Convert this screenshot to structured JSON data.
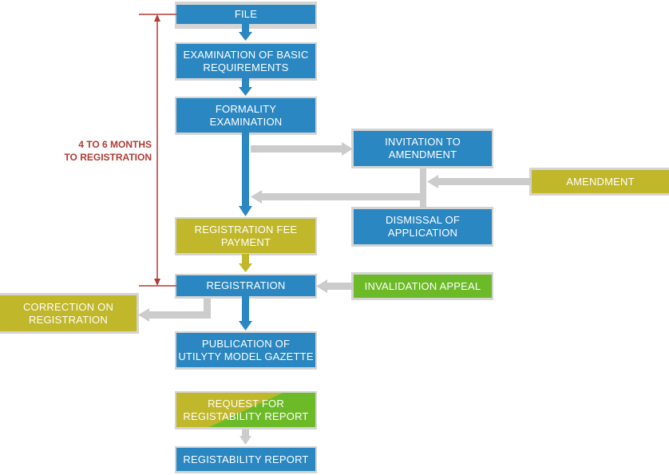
{
  "nodes": {
    "file": {
      "lines": [
        "FILE"
      ],
      "color": "#2a87c1"
    },
    "basic_requirements": {
      "lines": [
        "EXAMINATION OF BASIC",
        "REQUIREMENTS"
      ],
      "color": "#2a87c1"
    },
    "formality": {
      "lines": [
        "FORMALITY",
        "EXAMINATION"
      ],
      "color": "#2a87c1"
    },
    "invitation": {
      "lines": [
        "INVITATION TO",
        "AMENDMENT"
      ],
      "color": "#2a87c1"
    },
    "amendment": {
      "lines": [
        "AMENDMENT"
      ],
      "color": "#c0b72a"
    },
    "fee_payment": {
      "lines": [
        "REGISTRATION FEE",
        "PAYMENT"
      ],
      "color": "#c0b72a"
    },
    "dismissal": {
      "lines": [
        "DISMISSAL OF",
        "APPLICATION"
      ],
      "color": "#2a87c1"
    },
    "registration": {
      "lines": [
        "REGISTRATION"
      ],
      "color": "#2a87c1"
    },
    "invalidation": {
      "lines": [
        "INVALIDATION APPEAL"
      ],
      "color": "#6cba27"
    },
    "correction": {
      "lines": [
        "CORRECTION ON",
        "REGISTRATION"
      ],
      "color": "#c0b72a"
    },
    "publication": {
      "lines": [
        "PUBLICATION OF",
        "UTILYTY MODEL GAZETTE"
      ],
      "color": "#2a87c1"
    },
    "request_report": {
      "lines": [
        "REQUEST FOR",
        "REGISTABILITY REPORT"
      ],
      "color": "#c0b72a / #6cba27"
    },
    "report": {
      "lines": [
        "REGISTABILITY REPORT"
      ],
      "color": "#2a87c1"
    }
  },
  "timeline_note": {
    "lines": [
      "4 TO 6 MONTHS",
      "TO REGISTRATION"
    ],
    "color": "#b23a33"
  },
  "colors": {
    "main_flow": "#2a87c1",
    "applicant_action": "#c0b72a",
    "third_party_action": "#6cba27",
    "secondary_arrow": "#cccccc",
    "bracket": "#b23a33",
    "shadow": "#d4d4d4"
  }
}
